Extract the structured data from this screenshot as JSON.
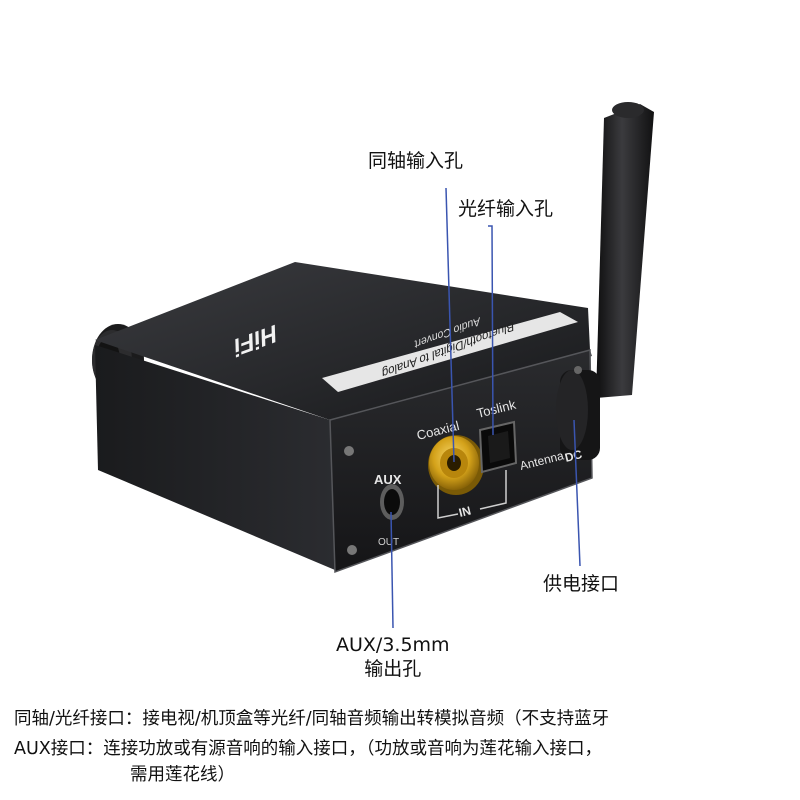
{
  "device": {
    "top_text": "HiFi",
    "label_line1": "Bluetooth/Digital to Analog",
    "label_line2": "Audio Convert",
    "coaxial_label": "Coaxial",
    "toslink_label": "Toslink",
    "in_label": "IN",
    "antenna_label": "Antenna",
    "dc_label": "DC",
    "aux_label": "AUX",
    "out_label": "OUT"
  },
  "callouts": {
    "coaxial_input": "同轴输入孔",
    "optical_input": "光纤输入孔",
    "power_port": "供电接口",
    "aux_output_line1": "AUX/3.5mm",
    "aux_output_line2": "输出孔"
  },
  "description": {
    "line1": "同轴/光纤接口：接电视/机顶盒等光纤/同轴音频输出转模拟音频（不支持蓝牙",
    "line2": "AUX接口：连接功放或有源音响的输入接口，（功放或音响为莲花输入接口，",
    "line3": "需用莲花线）"
  },
  "colors": {
    "body": "#1c1c1e",
    "callout_line": "#3a55b0",
    "gold_connector": "#d4a21a",
    "background": "#ffffff"
  }
}
